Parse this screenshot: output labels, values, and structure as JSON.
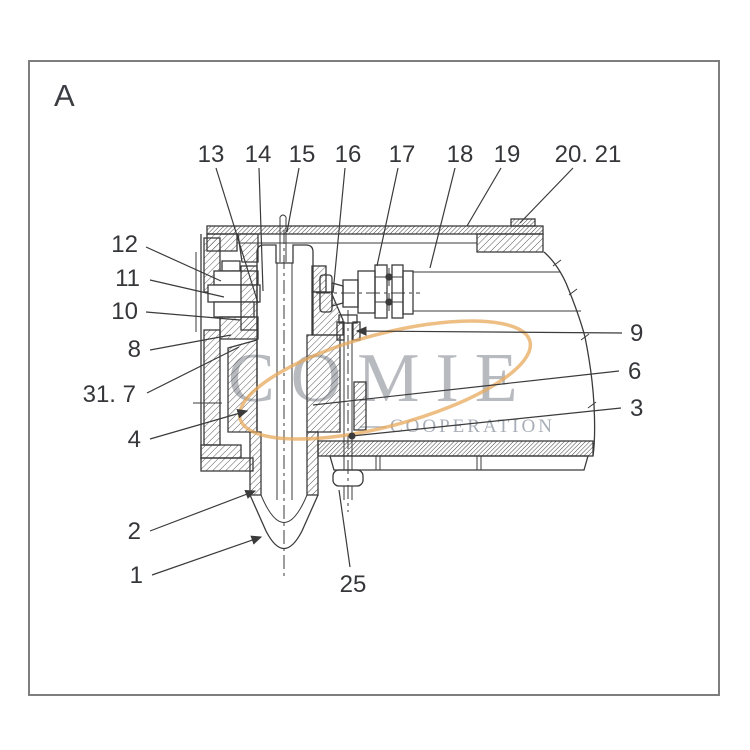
{
  "page": {
    "corner_label": "A"
  },
  "frame": {
    "border_color": "#7e7e7e"
  },
  "watermark": {
    "brand": "COMIE",
    "subtitle": "COOPERATION",
    "accent_color": "#e7aa5c",
    "text_color": "#a6a9b0"
  },
  "drawing": {
    "ink_color": "#3b3b3b"
  },
  "callouts": {
    "1": "1",
    "2": "2",
    "3": "3",
    "4": "4",
    "6": "6",
    "8": "8",
    "9": "9",
    "10": "10",
    "11": "11",
    "12": "12",
    "13": "13",
    "14": "14",
    "15": "15",
    "16": "16",
    "17": "17",
    "18": "18",
    "19": "19",
    "20_21": "20. 21",
    "25": "25",
    "31_7": "31. 7"
  }
}
